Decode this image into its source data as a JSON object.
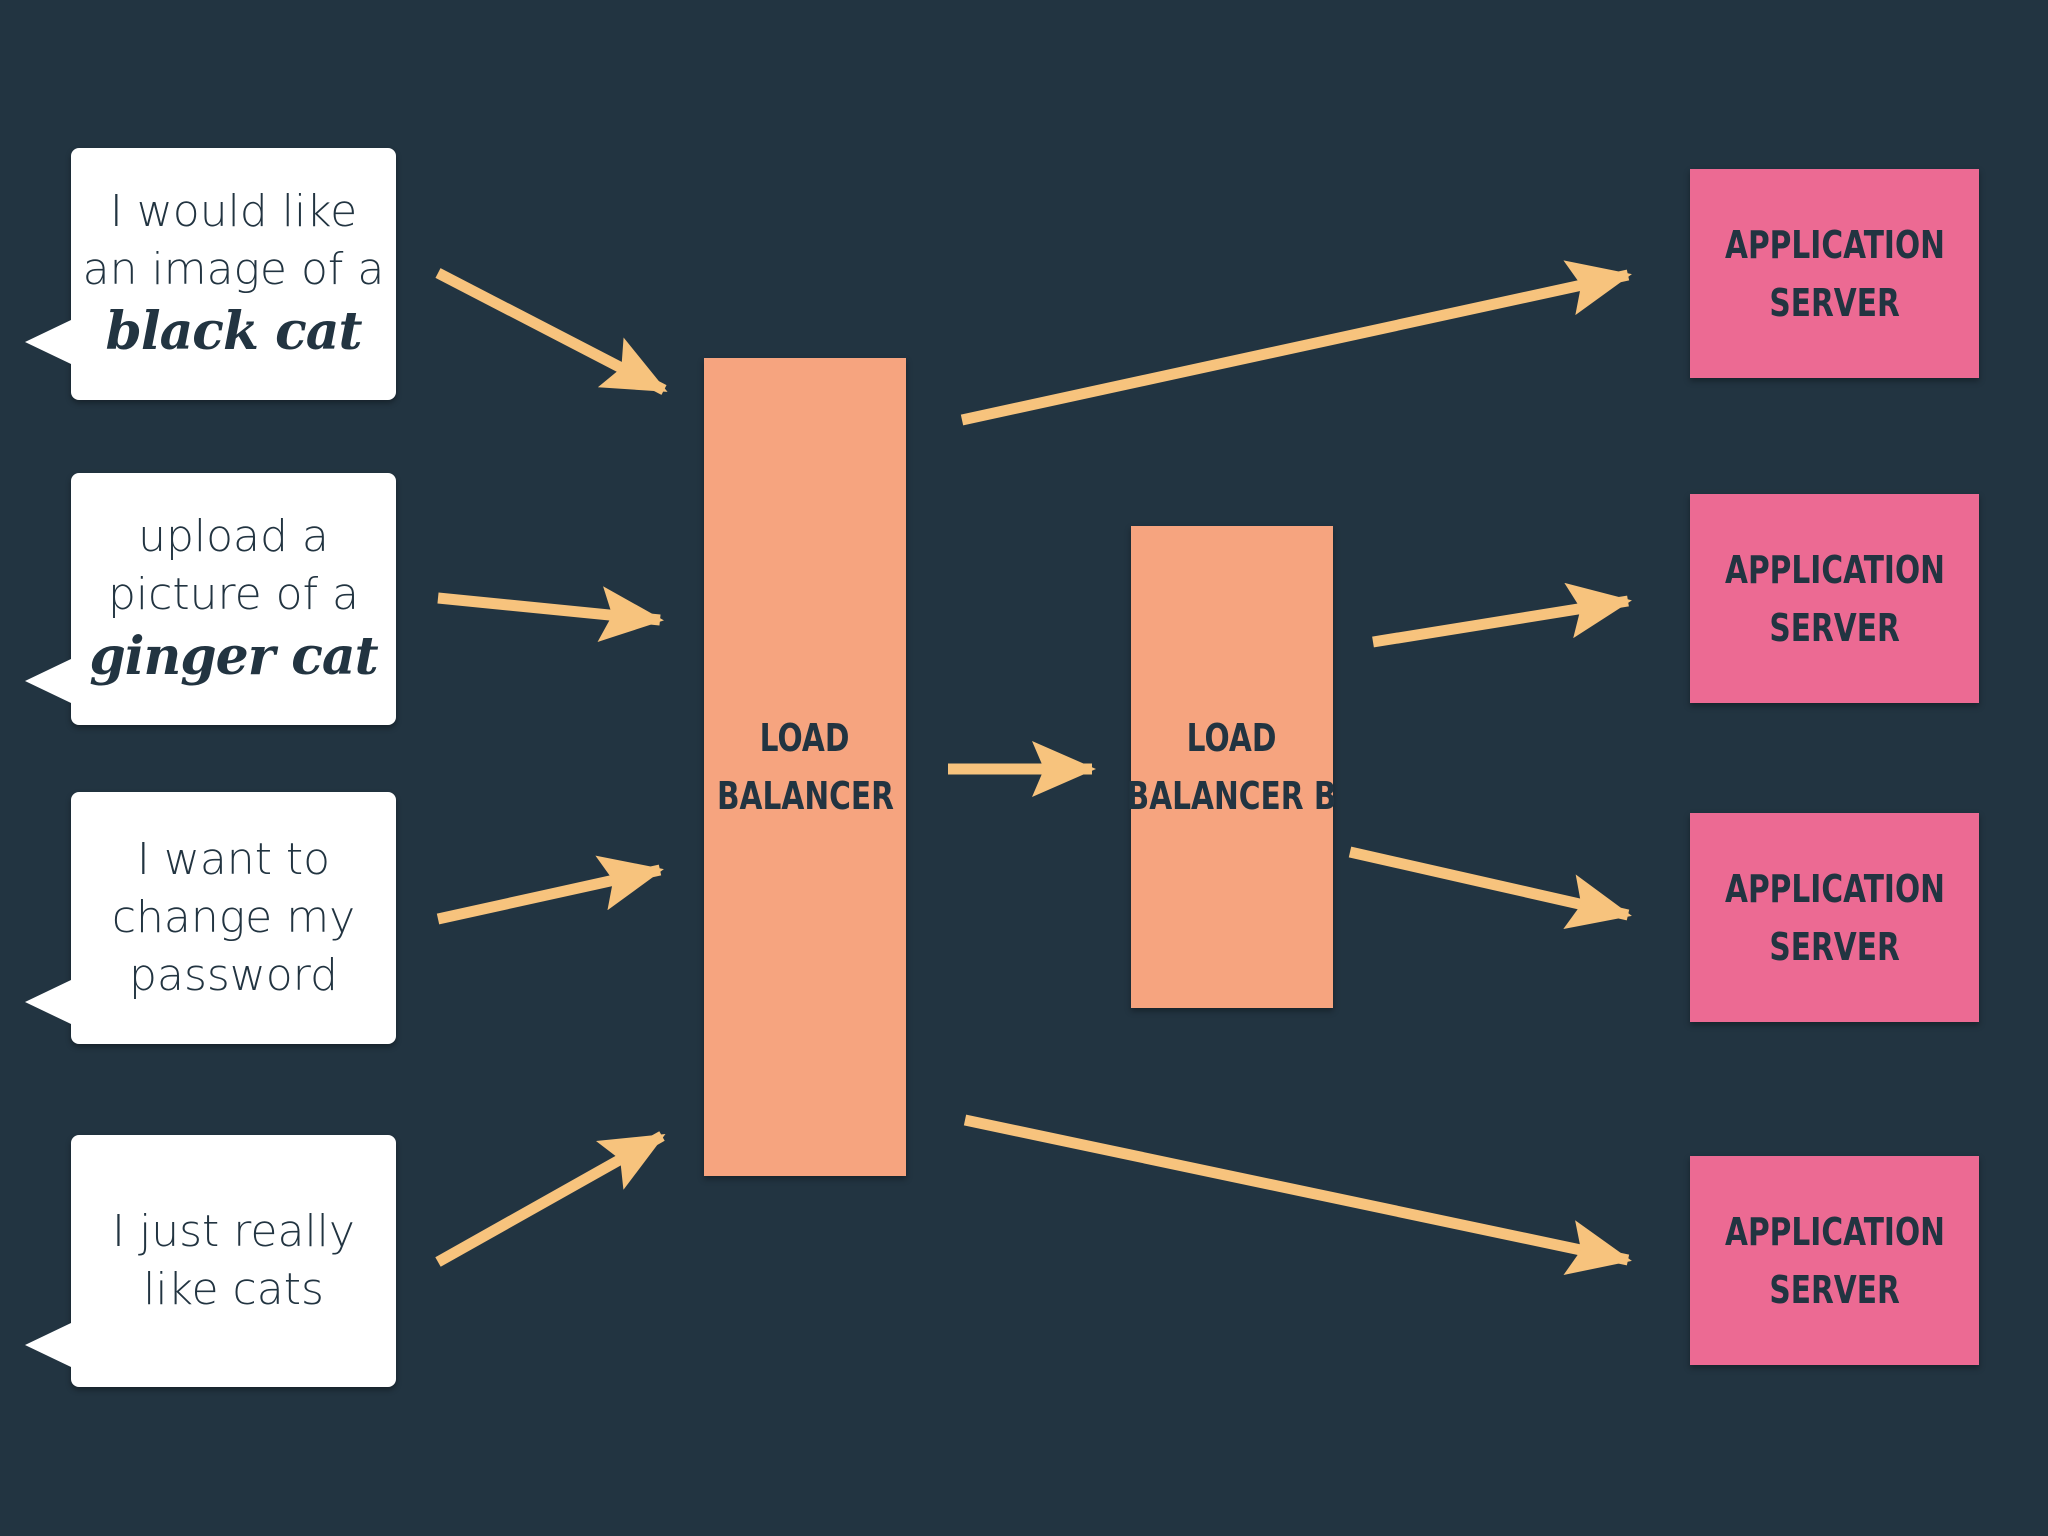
{
  "requests": [
    {
      "lines": [
        "I would like",
        "an image of a"
      ],
      "emphasis": "black cat"
    },
    {
      "lines": [
        "upload a",
        "picture of a"
      ],
      "emphasis": "ginger cat"
    },
    {
      "lines": [
        "I want to",
        "change my",
        "password"
      ],
      "emphasis": ""
    },
    {
      "lines": [
        "I just really",
        "like cats"
      ],
      "emphasis": ""
    }
  ],
  "load_balancer": {
    "line1": "LOAD",
    "line2": "BALANCER"
  },
  "load_balancer_b": {
    "line1": "LOAD",
    "line2": "BALANCER B"
  },
  "servers": [
    {
      "line1": "APPLICATION",
      "line2": "SERVER"
    },
    {
      "line1": "APPLICATION",
      "line2": "SERVER"
    },
    {
      "line1": "APPLICATION",
      "line2": "SERVER"
    },
    {
      "line1": "APPLICATION",
      "line2": "SERVER"
    }
  ],
  "colors": {
    "background": "#223441",
    "bubble": "#ffffff",
    "load_balancer": "#f6a47f",
    "server": "#ec6a93",
    "arrow": "#f7c37d",
    "text_dark": "#223441"
  }
}
